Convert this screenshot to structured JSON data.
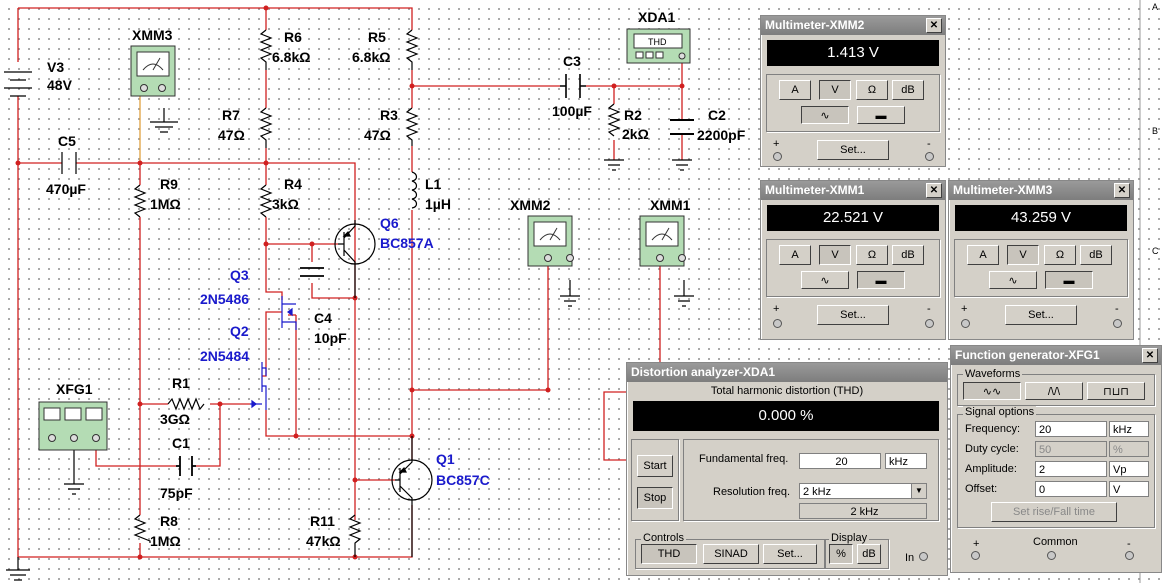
{
  "schematic": {
    "components": {
      "v3": {
        "name": "V3",
        "value": "48V"
      },
      "xmm3": "XMM3",
      "r6": {
        "name": "R6",
        "value": "6.8kΩ"
      },
      "r5": {
        "name": "R5",
        "value": "6.8kΩ"
      },
      "xda1": "XDA1",
      "xda1_face": "THD",
      "c3": {
        "name": "C3",
        "value": "100µF"
      },
      "r2": {
        "name": "R2",
        "value": "2kΩ"
      },
      "c2": {
        "name": "C2",
        "value": "2200pF"
      },
      "r7": {
        "name": "R7",
        "value": "47Ω"
      },
      "r3": {
        "name": "R3",
        "value": "47Ω"
      },
      "c5": {
        "name": "C5",
        "value": "470µF"
      },
      "r9": {
        "name": "R9",
        "value": "1MΩ"
      },
      "r4": {
        "name": "R4",
        "value": "3kΩ"
      },
      "l1": {
        "name": "L1",
        "value": "1µH"
      },
      "q6": {
        "name": "Q6",
        "value": "BC857A"
      },
      "q3": {
        "name": "Q3",
        "value": "2N5486"
      },
      "q2": {
        "name": "Q2",
        "value": "2N5484"
      },
      "c4": {
        "name": "C4",
        "value": "10pF"
      },
      "xmm2": "XMM2",
      "xmm1": "XMM1",
      "xfg1": "XFG1",
      "r1": {
        "name": "R1",
        "value": "3GΩ"
      },
      "c1": {
        "name": "C1",
        "value": "75pF"
      },
      "q1": {
        "name": "Q1",
        "value": "BC857C"
      },
      "r8": {
        "name": "R8",
        "value": "1MΩ"
      },
      "r11": {
        "name": "R11",
        "value": "47kΩ"
      }
    }
  },
  "multimeter_xmm2": {
    "title": "Multimeter-XMM2",
    "reading": "1.413 V",
    "buttons": [
      "A",
      "V",
      "Ω",
      "dB"
    ],
    "selected": "V",
    "set_label": "Set...",
    "plus": "+",
    "minus": "-"
  },
  "multimeter_xmm1": {
    "title": "Multimeter-XMM1",
    "reading": "22.521 V",
    "buttons": [
      "A",
      "V",
      "Ω",
      "dB"
    ],
    "selected": "V",
    "set_label": "Set...",
    "plus": "+",
    "minus": "-"
  },
  "multimeter_xmm3": {
    "title": "Multimeter-XMM3",
    "reading": "43.259 V",
    "buttons": [
      "A",
      "V",
      "Ω",
      "dB"
    ],
    "selected": "V",
    "set_label": "Set...",
    "plus": "+",
    "minus": "-"
  },
  "distortion": {
    "title": "Distortion analyzer-XDA1",
    "heading": "Total harmonic distortion (THD)",
    "reading": "0.000 %",
    "start": "Start",
    "stop": "Stop",
    "fund_label": "Fundamental freq.",
    "fund_value": "20",
    "fund_unit": "kHz",
    "res_label": "Resolution freq.",
    "res_value": "2 kHz",
    "res_readout": "2 kHz",
    "controls_label": "Controls",
    "thd": "THD",
    "sinad": "SINAD",
    "set_label": "Set...",
    "display_label": "Display",
    "pct": "%",
    "db": "dB",
    "in_label": "In"
  },
  "funcgen": {
    "title": "Function generator-XFG1",
    "waveforms_label": "Waveforms",
    "signal_label": "Signal options",
    "freq_label": "Frequency:",
    "freq_value": "20",
    "freq_unit": "kHz",
    "duty_label": "Duty cycle:",
    "duty_value": "50",
    "duty_unit": "%",
    "amp_label": "Amplitude:",
    "amp_value": "2",
    "amp_unit": "Vp",
    "offset_label": "Offset:",
    "offset_value": "0",
    "offset_unit": "V",
    "rise_fall": "Set rise/Fall time",
    "common": "Common",
    "plus": "+",
    "minus": "-"
  },
  "ruler": {
    "labels": [
      "A",
      "B",
      "C"
    ]
  }
}
